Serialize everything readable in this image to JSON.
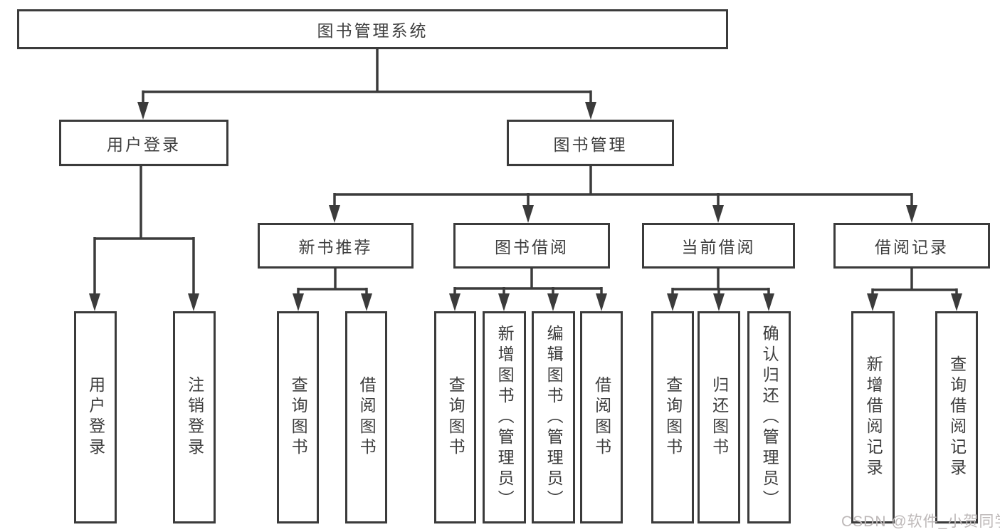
{
  "diagram_type": "hierarchy-tree",
  "tree": {
    "label": "图书管理系统",
    "children": [
      {
        "label": "用户登录",
        "children": [
          {
            "label": "用户登录"
          },
          {
            "label": "注销登录"
          }
        ]
      },
      {
        "label": "图书管理",
        "children": [
          {
            "label": "新书推荐",
            "children": [
              {
                "label": "查询图书"
              },
              {
                "label": "借阅图书"
              }
            ]
          },
          {
            "label": "图书借阅",
            "children": [
              {
                "label": "查询图书"
              },
              {
                "label": "新增图书（管理员）"
              },
              {
                "label": "编辑图书（管理员）"
              },
              {
                "label": "借阅图书"
              }
            ]
          },
          {
            "label": "当前借阅",
            "children": [
              {
                "label": "查询图书"
              },
              {
                "label": "归还图书"
              },
              {
                "label": "确认归还（管理员）"
              }
            ]
          },
          {
            "label": "借阅记录",
            "children": [
              {
                "label": "新增借阅记录"
              },
              {
                "label": "查询借阅记录"
              }
            ]
          }
        ]
      }
    ]
  },
  "watermark": {
    "text": "CSDN @软件_小贺同学"
  },
  "colors": {
    "line": "#3b3b3b",
    "box_border": "#3b3b3b",
    "text": "#3e3e3e",
    "watermark_text": "#bdb8b8",
    "background": "#ffffff"
  }
}
